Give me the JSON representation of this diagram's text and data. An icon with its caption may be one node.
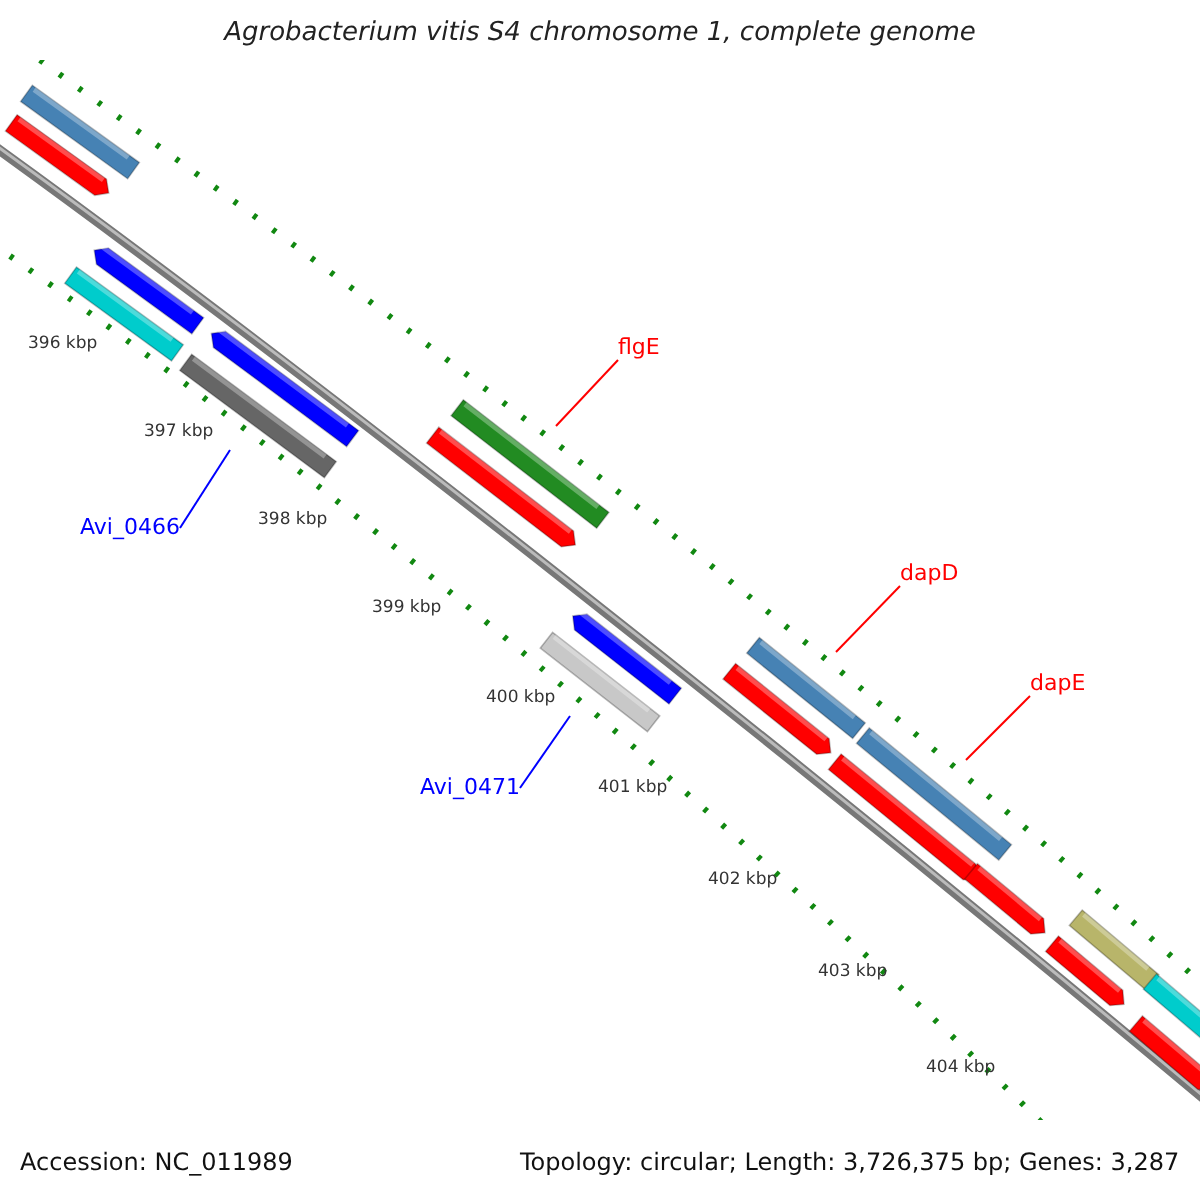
{
  "diagram": {
    "title": "Agrobacterium vitis S4 chromosome 1, complete genome",
    "nodes": [
      {
        "text": [
          "flgE"
        ]
      },
      {
        "text": [
          "Avi_0466"
        ]
      },
      {
        "text": [
          "dapD"
        ]
      },
      {
        "text": [
          "dapE"
        ]
      },
      {
        "text": [
          "Avi_0471"
        ]
      }
    ],
    "edges": [
      {
        "from": 0,
        "to": null,
        "arrow": "none"
      },
      {
        "from": 1,
        "to": null,
        "arrow": "none",
        "color": "#0000ff"
      },
      {
        "from": 2,
        "to": null,
        "arrow": "none"
      },
      {
        "from": 3,
        "to": null,
        "arrow": "none"
      },
      {
        "from": 4,
        "to": null,
        "arrow": "none",
        "color": "#0000ff"
      }
    ],
    "labels": [
      "396 kbp",
      "397 kbp",
      "398 kbp",
      "399 kbp",
      "400 kbp",
      "401 kbp",
      "402 kbp",
      "403 kbp",
      "404 kbp",
      "Accession: NC_011989",
      "Topology: circular; Length: 3,726,375 bp; Genes: 3,287"
    ]
  }
}
